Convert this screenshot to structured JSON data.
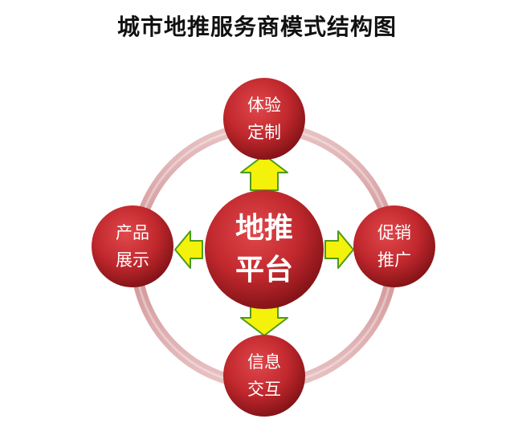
{
  "title": "城市地推服务商模式结构图",
  "center": {
    "line1": "地推",
    "line2": "平台"
  },
  "nodes": {
    "top": {
      "line1": "体验",
      "line2": "定制"
    },
    "left": {
      "line1": "产品",
      "line2": "展示"
    },
    "right": {
      "line1": "促销",
      "line2": "推广"
    },
    "bottom": {
      "line1": "信息",
      "line2": "交互"
    }
  },
  "colors": {
    "node": "#c0282d",
    "node_dark": "#7a1014",
    "ring": "#d9a3a5",
    "arrow_fill": "#f4f10a",
    "arrow_stroke": "#4d9a1c"
  }
}
